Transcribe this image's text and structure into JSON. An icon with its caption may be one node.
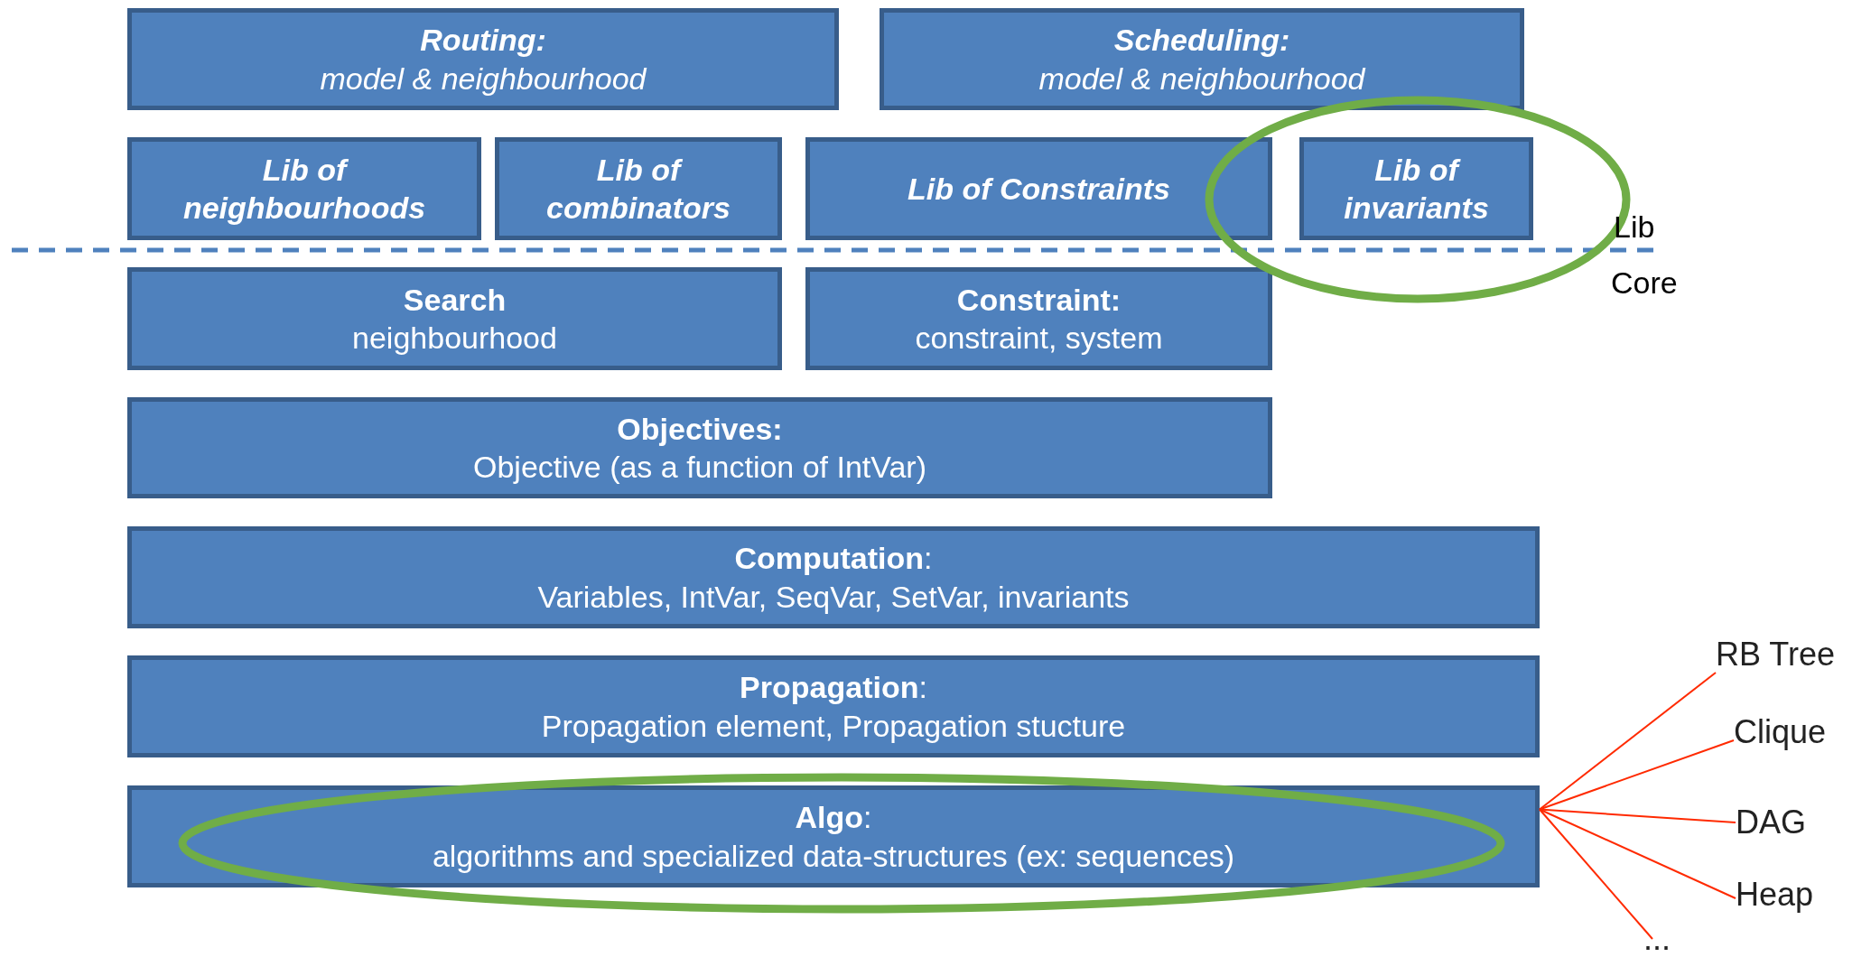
{
  "diagram": {
    "nodes": [
      {
        "text": [
          "Routing:",
          "model & neighbourhood"
        ]
      },
      {
        "text": [
          "Scheduling:",
          "model & neighbourhood"
        ]
      },
      {
        "text": [
          "Lib of neighbourhoods"
        ]
      },
      {
        "text": [
          "Lib of combinators"
        ]
      },
      {
        "text": [
          "Lib of Constraints"
        ]
      },
      {
        "text": [
          "Lib of invariants"
        ]
      },
      {
        "text": [
          "Search",
          "neighbourhood"
        ]
      },
      {
        "text": [
          "Constraint:",
          "constraint, system"
        ]
      },
      {
        "text": [
          "Objectives:",
          "Objective (as a function of IntVar)"
        ]
      },
      {
        "text": [
          "**Computation**:",
          "Variables, IntVar, SeqVar, SetVar, invariants"
        ]
      },
      {
        "text": [
          "**Propagation**:",
          "Propagation element, Propagation stucture"
        ]
      },
      {
        "text": [
          "**Algo**:",
          "algorithms and specialized data-structures (ex: sequences)"
        ]
      },
      {
        "text": [
          "RB Tree"
        ]
      },
      {
        "text": [
          "Clique"
        ]
      },
      {
        "text": [
          "DAG"
        ]
      },
      {
        "text": [
          "Heap"
        ]
      },
      {
        "text": [
          "..."
        ]
      }
    ],
    "edges": [
      {
        "from": 11,
        "to": 12,
        "arrow": "none"
      },
      {
        "from": 11,
        "to": 13,
        "arrow": "none"
      },
      {
        "from": 11,
        "to": 14,
        "arrow": "none"
      },
      {
        "from": 11,
        "to": 15,
        "arrow": "none"
      },
      {
        "from": 11,
        "to": 16,
        "arrow": "none"
      }
    ],
    "labels": [
      "Lib",
      "Core"
    ]
  }
}
